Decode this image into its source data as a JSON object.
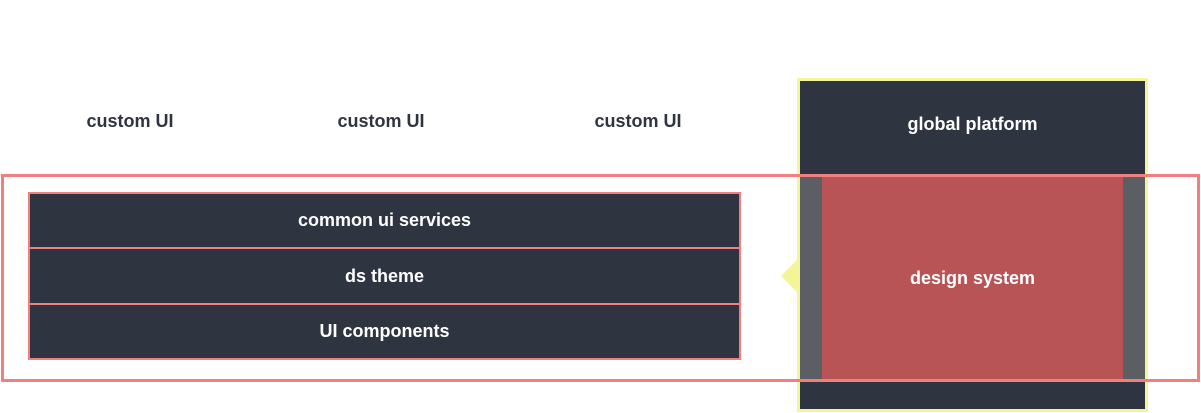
{
  "consumers": [
    {
      "label": "custom UI"
    },
    {
      "label": "custom UI"
    },
    {
      "label": "custom UI"
    }
  ],
  "platform": {
    "title": "global platform",
    "design_system": "design system"
  },
  "stack": [
    {
      "label": "common ui services"
    },
    {
      "label": "ds theme"
    },
    {
      "label": "UI components"
    }
  ],
  "colors": {
    "dark_block": "#2f3540",
    "highlight_border": "#f08080",
    "platform_border": "#f4f597",
    "design_system_fill": "#b85456",
    "side_bar": "#5b5e63"
  }
}
